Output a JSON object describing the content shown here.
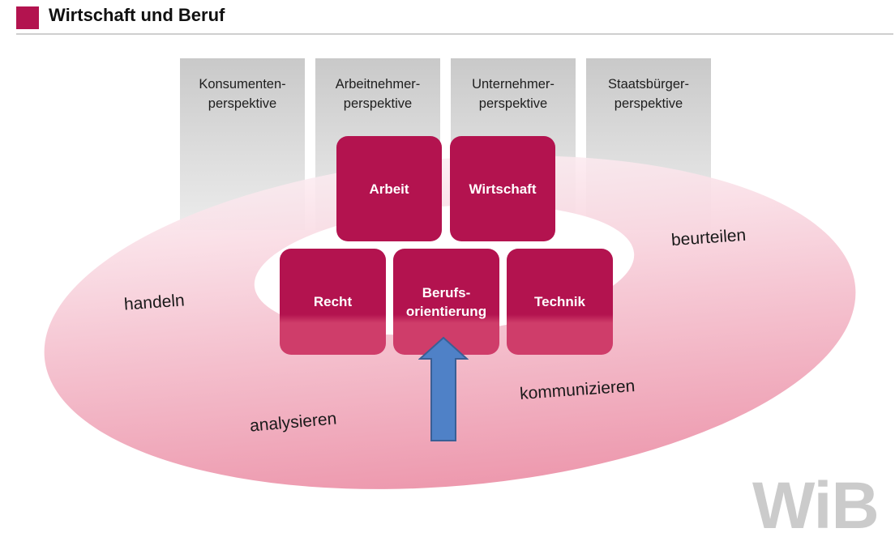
{
  "header": {
    "title": "Wirtschaft und Beruf",
    "swatch_color": "#b3134f"
  },
  "perspectives": [
    "Konsumenten-\nperspektive",
    "Arbeitnehmer-\nperspektive",
    "Unternehmer-\nperspektive",
    "Staatsbürger-\nperspektive"
  ],
  "blocks": [
    "Arbeit",
    "Wirtschaft",
    "Recht",
    "Berufs-\norientierung",
    "Technik"
  ],
  "verbs": {
    "handeln": "handeln",
    "beurteilen": "beurteilen",
    "analysieren": "analysieren",
    "kommunizieren": "kommunizieren"
  },
  "colors": {
    "block": "#b3134f",
    "block_light": "#cf3d6a",
    "ellipse": "#efa4b7",
    "arrow_fill": "#4f81c7",
    "arrow_stroke": "#3a5f95",
    "logo": "#cbcbcb"
  },
  "logo": "WiB"
}
